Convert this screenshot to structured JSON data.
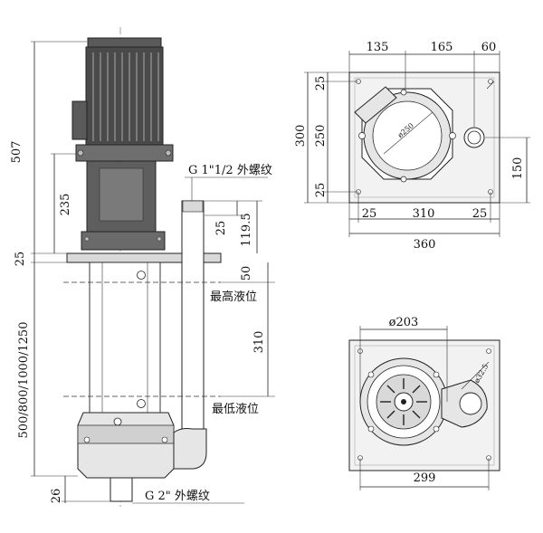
{
  "side_view": {
    "dim_507": "507",
    "dim_235": "235",
    "dim_25_base": "25",
    "dim_depth": "500/800/1000/1250",
    "dim_26": "26",
    "thread_top": "G 1\"1/2 外螺纹",
    "dim_25_outlet": "25",
    "dim_119_5": "119.5",
    "dim_50": "50",
    "dim_310": "310",
    "max_level": "最高液位",
    "min_level": "最低液位",
    "thread_bottom": "G 2\" 外螺纹"
  },
  "top_view": {
    "dim_135": "135",
    "dim_165": "165",
    "dim_60": "60",
    "dim_25_top": "25",
    "dim_250": "250",
    "dim_25_bot": "25",
    "dim_300": "300",
    "dim_150": "150",
    "phi_250": "ø250",
    "dim_25_left": "25",
    "dim_310_h": "310",
    "dim_25_right": "25",
    "dim_360": "360"
  },
  "bottom_view": {
    "phi_203": "ø203",
    "phi_32_5": "ø32.5",
    "dim_299": "299"
  },
  "colors": {
    "motor_dark": "#4a4a4a",
    "motor_mid": "#6e6e6e",
    "body_gray": "#8c8c8c",
    "light_gray": "#d9d9d9",
    "plate_fill": "#f2f2f2"
  }
}
